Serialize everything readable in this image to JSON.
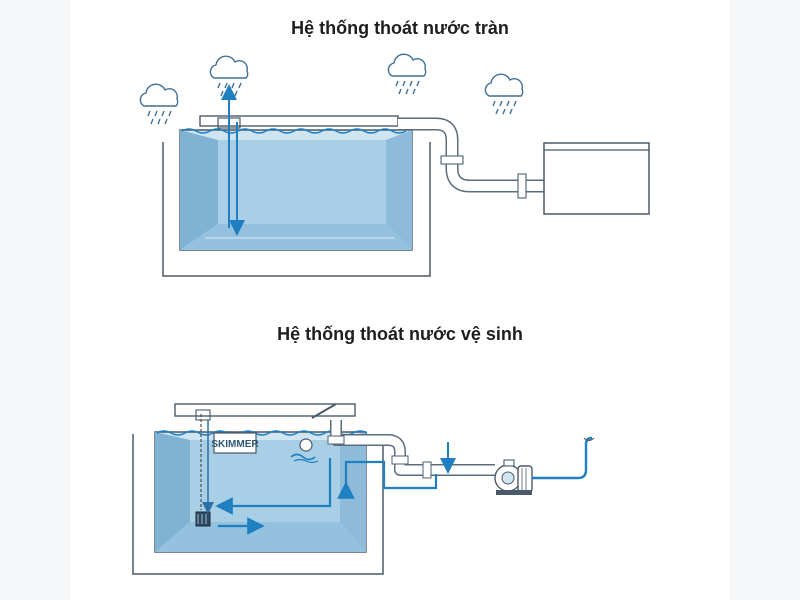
{
  "diagrams": [
    {
      "title": "Hệ thống thoát nước tràn"
    },
    {
      "title": "Hệ thống thoát nước vệ sinh",
      "skimmer_label": "SKIMMER"
    }
  ],
  "colors": {
    "water": "#a8cfe6",
    "water_dark": "#7fb2d3",
    "flow_arrow": "#1f7fc0",
    "outline": "#4a5a6a",
    "background": "#f5f7f9"
  }
}
